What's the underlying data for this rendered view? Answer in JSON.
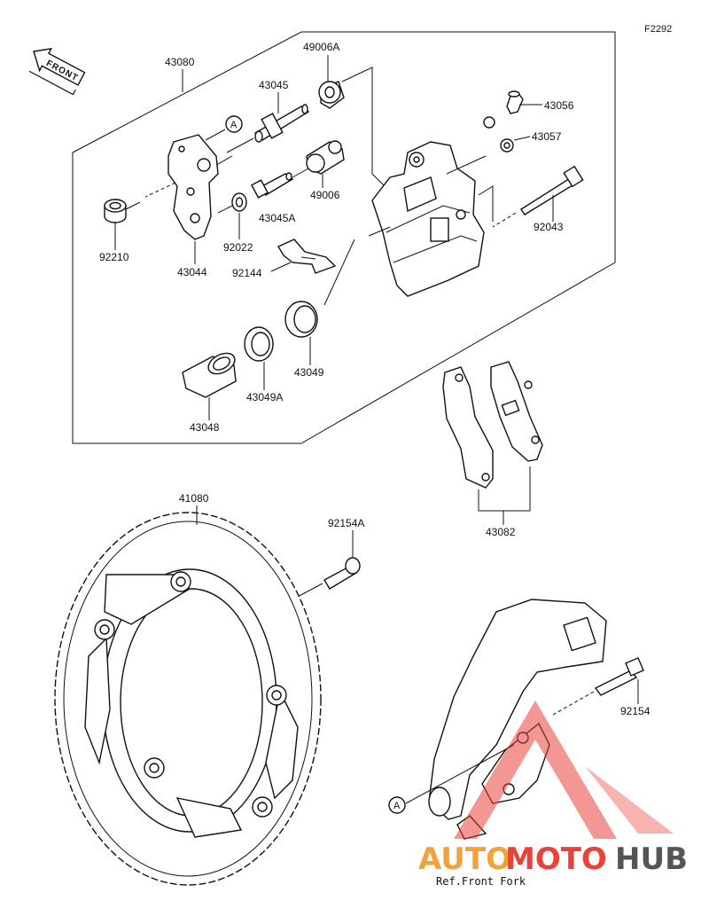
{
  "diagram_code": "F2292",
  "front_badge": "FRONT",
  "callout_letter": "A",
  "reference_text": "Ref.Front Fork",
  "watermark": {
    "part1": "AUTO",
    "part2": "MOTO",
    "part3": "HUB",
    "color_red": "#e8423a",
    "color_orange": "#f2a23a",
    "color_dark": "#555555"
  },
  "part_labels": {
    "p43080": "43080",
    "p49006A": "49006A",
    "p43045": "43045",
    "p43056": "43056",
    "p43057": "43057",
    "p49006": "49006",
    "p43045A": "43045A",
    "p92043": "92043",
    "p92210": "92210",
    "p92022": "92022",
    "p43044": "43044",
    "p92144": "92144",
    "p43049": "43049",
    "p43049A": "43049A",
    "p43048": "43048",
    "p43082": "43082",
    "p41080": "41080",
    "p92154A": "92154A",
    "p92154": "92154"
  }
}
